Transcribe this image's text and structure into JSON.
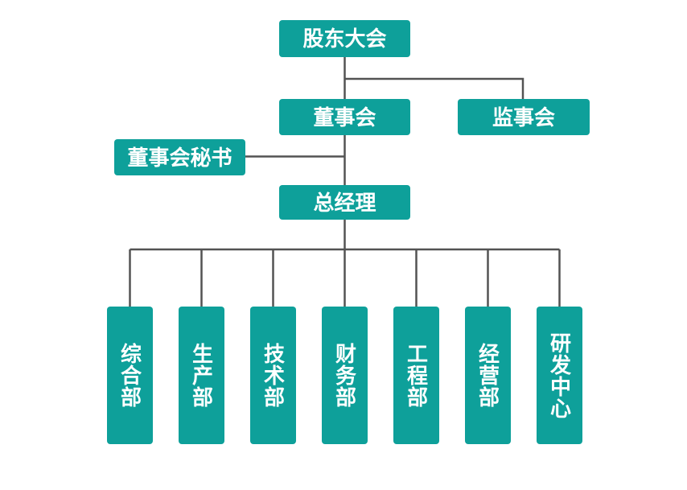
{
  "colors": {
    "background": "#FFFFFF",
    "node_fill": "#0EA09A",
    "node_text": "#FFFFFF",
    "connector": "#535353"
  },
  "nodes": {
    "shareholders_meeting": {
      "label": "股东大会"
    },
    "board_of_directors": {
      "label": "董事会"
    },
    "supervisory_board": {
      "label": "监事会"
    },
    "board_secretary": {
      "label": "董事会秘书"
    },
    "general_manager": {
      "label": "总经理"
    },
    "departments": [
      {
        "label": "综合部"
      },
      {
        "label": "生产部"
      },
      {
        "label": "技术部"
      },
      {
        "label": "财务部"
      },
      {
        "label": "工程部"
      },
      {
        "label": "经营部"
      },
      {
        "label": "研发中心"
      }
    ]
  },
  "edges": [
    {
      "from": "shareholders_meeting",
      "to": "board_of_directors"
    },
    {
      "from": "shareholders_meeting",
      "to": "supervisory_board"
    },
    {
      "from": "board_of_directors",
      "to": "board_secretary"
    },
    {
      "from": "board_of_directors",
      "to": "general_manager"
    },
    {
      "from": "general_manager",
      "to": "departments.0"
    },
    {
      "from": "general_manager",
      "to": "departments.1"
    },
    {
      "from": "general_manager",
      "to": "departments.2"
    },
    {
      "from": "general_manager",
      "to": "departments.3"
    },
    {
      "from": "general_manager",
      "to": "departments.4"
    },
    {
      "from": "general_manager",
      "to": "departments.5"
    },
    {
      "from": "general_manager",
      "to": "departments.6"
    }
  ]
}
